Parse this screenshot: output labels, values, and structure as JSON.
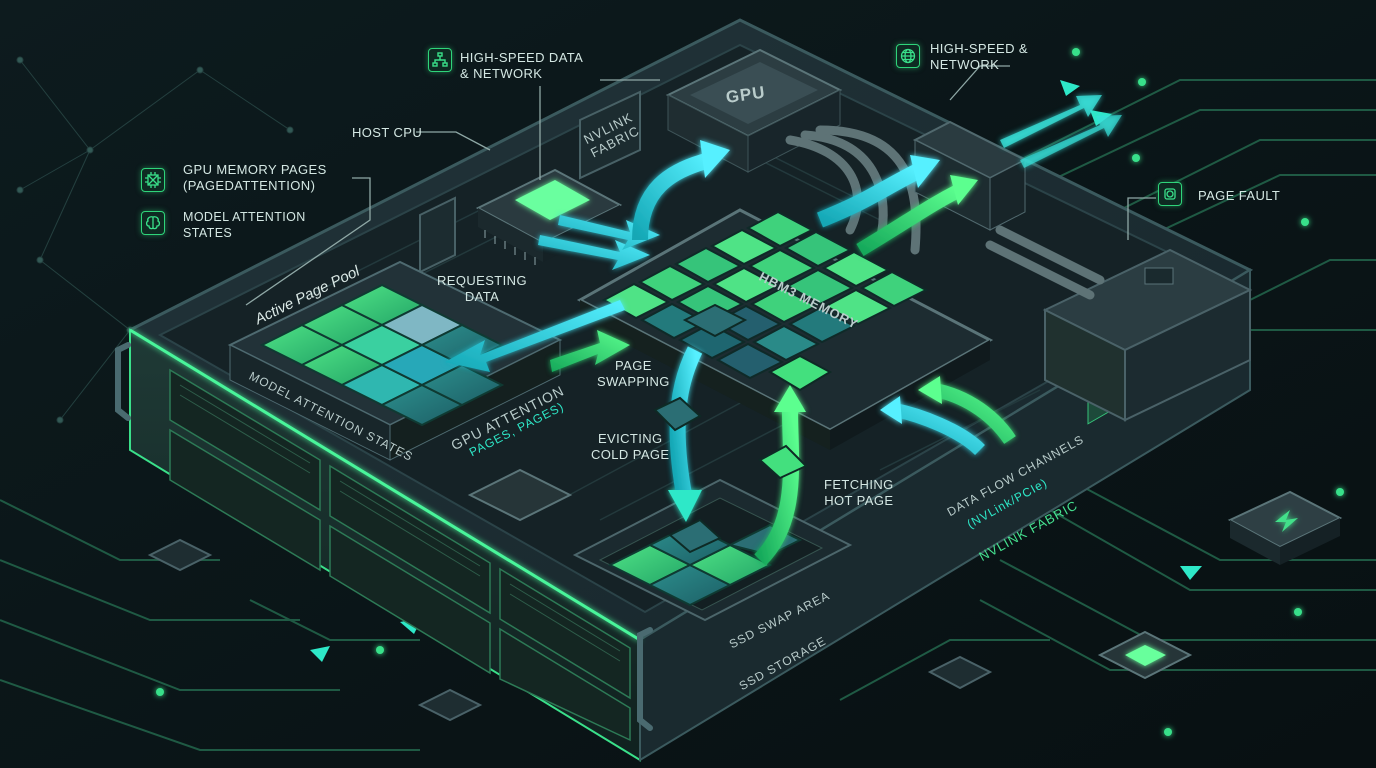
{
  "labels": {
    "high_speed_data_network": "HIGH-SPEED DATA\n& NETWORK",
    "high_speed_network": "HIGH-SPEED &\nNETWORK",
    "host_cpu": "HOST CPU",
    "nvlink_fabric_top": "NVLINK\nFABRIC",
    "gpu": "GPU",
    "gpu_memory_pages": "GPU MEMORY PAGES\n(PAGEDATTENTION)",
    "model_attention_states": "MODEL ATTENTION\nSTATES",
    "page_fault": "PAGE FAULT",
    "active_page_pool": "Active Page Pool",
    "requesting_data": "REQUESTING\nDATA",
    "hbm3_memory": "HBM3 MEMORY",
    "model_attention_states_plate": "MODEL ATTENTION STATES",
    "gpu_attention": "GPU ATTENTION",
    "gpu_attention_sub": "PAGES, PAGES)",
    "page_swapping": "PAGE\nSWAPPING",
    "evicting_cold_page": "EVICTING\nCOLD PAGE",
    "fetching_hot_page": "FETCHING\nHOT PAGE",
    "data_flow_channels": "DATA FLOW CHANNELS",
    "data_flow_channels_sub": "(NVLink/PCIe)",
    "nvlink_fabric_side": "NVLINK FABRIC",
    "ssd_swap_area": "SSD SWAP AREA",
    "ssd_storage": "SSD STORAGE"
  },
  "icons": {
    "network_icon": "network-tree-icon",
    "globe_icon": "globe-icon",
    "memory_pages_icon": "chip-grid-icon",
    "attention_icon": "brain-icon",
    "page_fault_icon": "gear-chip-icon"
  },
  "colors": {
    "background": "#0b1518",
    "accent_green": "#2fd47a",
    "accent_cyan": "#2ee8c8",
    "panel": "#1d2d33",
    "label_text": "#d4e7e3"
  }
}
